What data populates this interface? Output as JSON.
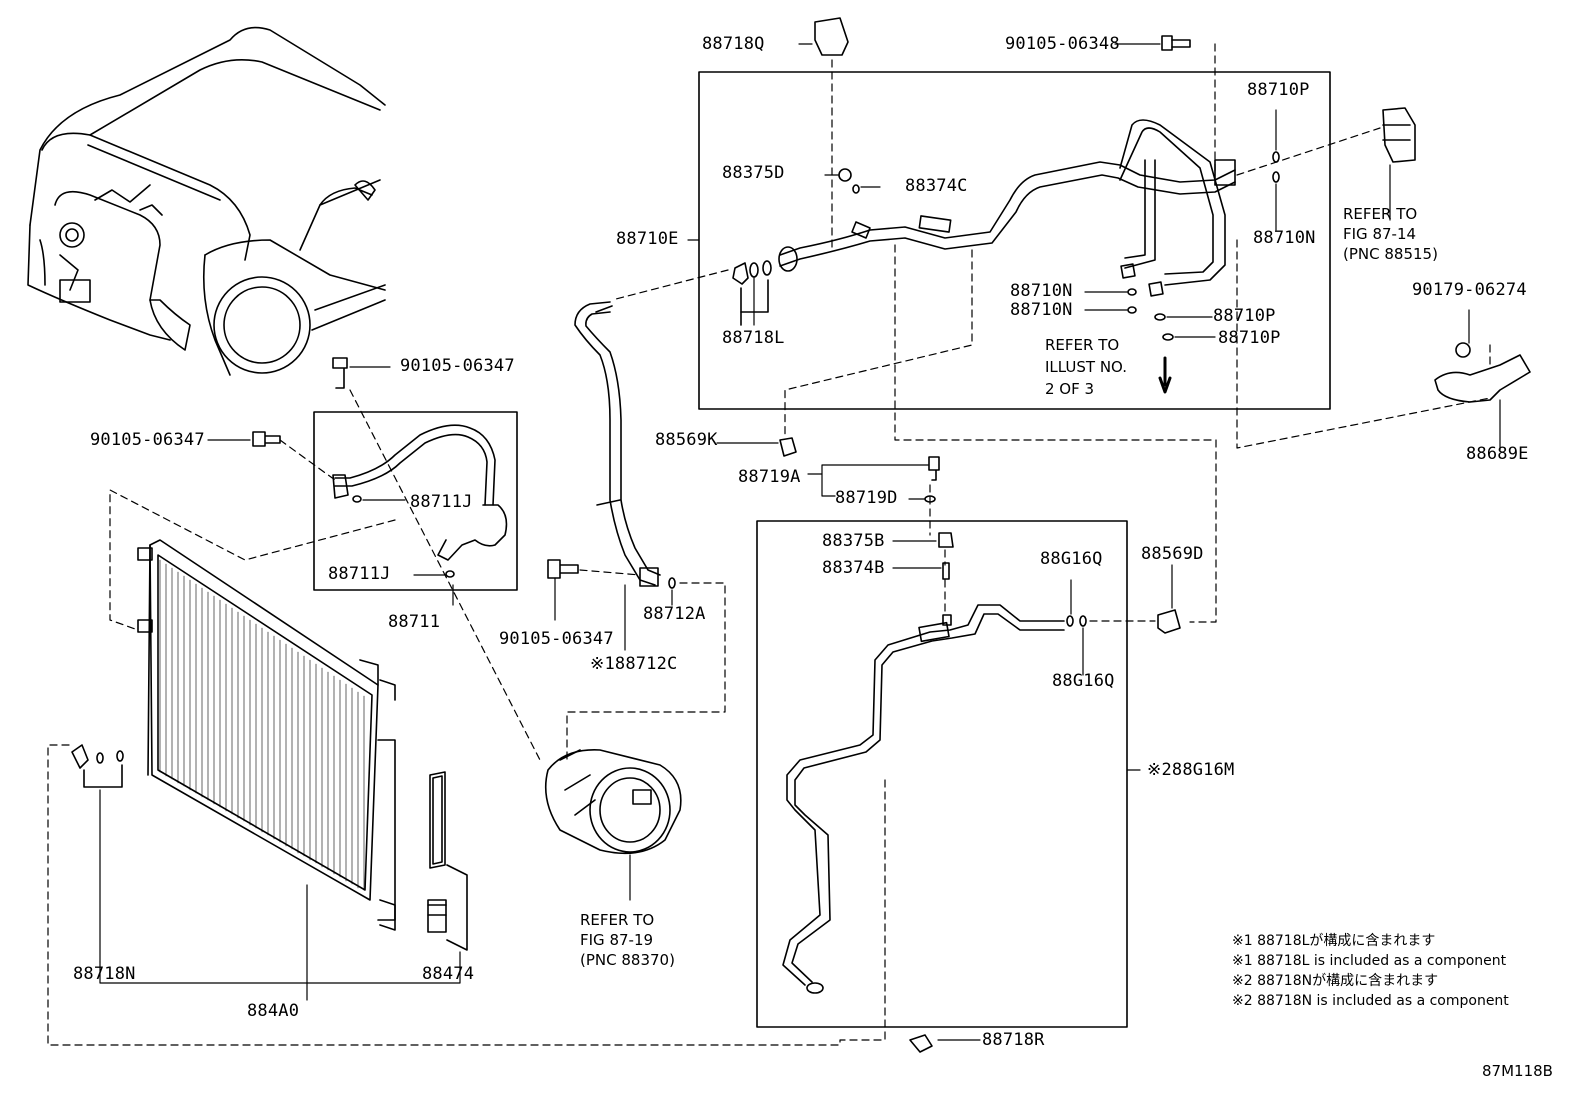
{
  "labels": {
    "p88718Q": "88718Q",
    "p90105_06348": "90105-06348",
    "p88710P_top": "88710P",
    "p88375D": "88375D",
    "p88374C": "88374C",
    "p88710E": "88710E",
    "p88710N_right": "88710N",
    "p88710N_a": "88710N",
    "p88710N_b": "88710N",
    "p88710P_a": "88710P",
    "p88710P_b": "88710P",
    "p88718L": "88718L",
    "p90105_06347_a": "90105-06347",
    "p90105_06347_b": "90105-06347",
    "p90105_06347_c": "90105-06347",
    "p88711J_a": "88711J",
    "p88711J_b": "88711J",
    "p88711": "88711",
    "p88569K": "88569K",
    "p88719A": "88719A",
    "p88719D": "88719D",
    "p88375B": "88375B",
    "p88374B": "88374B",
    "p88G16Q_a": "88G16Q",
    "p88G16Q_b": "88G16Q",
    "p88569D": "88569D",
    "p88712A": "88712A",
    "p88712C": "※188712C",
    "p88G16M": "※288G16M",
    "p90179_06274": "90179-06274",
    "p88689E": "88689E",
    "p88718N": "88718N",
    "p88474": "88474",
    "p884A0": "884A0",
    "p88718R": "88718R"
  },
  "refs": {
    "ref_fig_87_14": [
      "REFER TO",
      "FIG 87-14",
      "(PNC 88515)"
    ],
    "ref_illust": [
      "REFER TO",
      "ILLUST NO.",
      "2 OF 3"
    ],
    "ref_fig_87_19": [
      "REFER TO",
      "FIG 87-19",
      "(PNC 88370)"
    ]
  },
  "notes": [
    "※1 88718Lが構成に含まれます",
    "※1 88718L is included as a component",
    "※2 88718Nが構成に含まれます",
    "※2 88718N is included as a component"
  ],
  "figure_id": "87M118B",
  "colors": {
    "ink": "#000000",
    "paper": "#ffffff"
  }
}
